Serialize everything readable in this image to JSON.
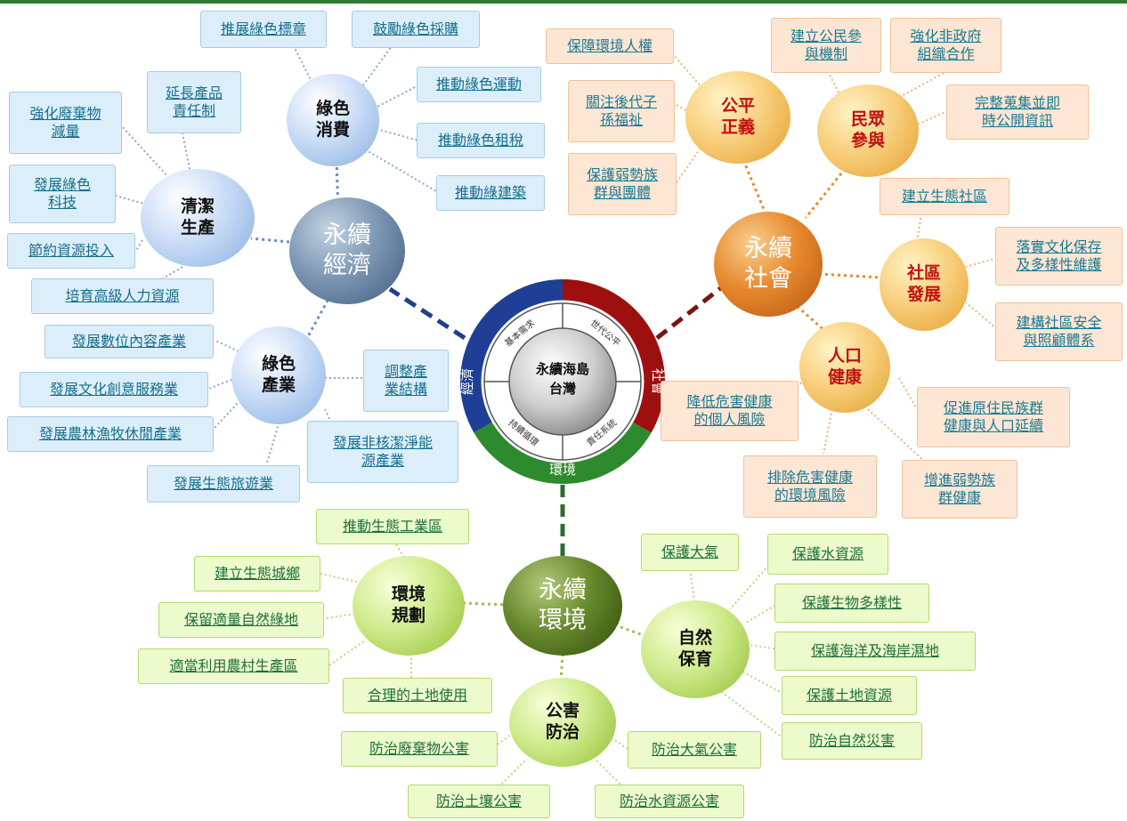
{
  "colors": {
    "economy": "#1f3f96",
    "society": "#9e1010",
    "environment": "#2d8a2d",
    "link_economy": "#1f3f8a",
    "link_society": "#7a1414",
    "link_environment": "#2f6b2f"
  },
  "center": {
    "title": "永續海島\n台灣",
    "segments": {
      "economy": "經濟",
      "society": "社會",
      "environment": "環境"
    },
    "inner_labels": [
      "基本需求",
      "世代公平",
      "責任系統",
      "持續循環"
    ]
  },
  "economy": {
    "hub": "永續\n經濟",
    "green_consumption": {
      "label": "綠色\n消費",
      "items": [
        "推展綠色標章",
        "鼓勵綠色採購",
        "推動綠色運動",
        "推動綠色租稅",
        "推動綠建築"
      ]
    },
    "clean_production": {
      "label": "清潔\n生產",
      "items": [
        "延長產品\n責任制",
        "強化廢棄物\n減量",
        "發展綠色\n科技",
        "節約資源投入",
        "培育高級人力資源"
      ]
    },
    "green_industry": {
      "label": "綠色\n產業",
      "items": [
        "發展數位內容產業",
        "發展文化創意服務業",
        "發展農林漁牧休閒產業",
        "發展生態旅遊業",
        "調整產\n業結構",
        "發展非核潔淨能\n源產業"
      ]
    }
  },
  "society": {
    "hub": "永續\n社會",
    "justice": {
      "label": "公平\n正義",
      "items": [
        "保障環境人權",
        "關注後代子\n孫福祉",
        "保護弱勢族\n群與團體"
      ]
    },
    "participation": {
      "label": "民眾\n參與",
      "items": [
        "建立公民參\n與機制",
        "強化非政府\n組織合作",
        "完整蒐集並即\n時公開資訊"
      ]
    },
    "community": {
      "label": "社區\n發展",
      "items": [
        "建立生態社區",
        "落實文化保存\n及多樣性維護",
        "建構社區安全\n與照顧體系"
      ]
    },
    "health": {
      "label": "人口\n健康",
      "items": [
        "降低危害健康\n的個人風險",
        "促進原住民族群\n健康與人口延續",
        "排除危害健康\n的環境風險",
        "增進弱勢族\n群健康"
      ]
    }
  },
  "environment": {
    "hub": "永續\n環境",
    "planning": {
      "label": "環境\n規劃",
      "items": [
        "推動生態工業區",
        "建立生態城鄉",
        "保留適量自然綠地",
        "適當利用農村生產區",
        "合理的土地使用"
      ]
    },
    "conservation": {
      "label": "自然\n保育",
      "items": [
        "保護大氣",
        "保護水資源",
        "保護生物多樣性",
        "保護海洋及海岸濕地",
        "保護土地資源",
        "防治自然災害"
      ]
    },
    "pollution": {
      "label": "公害\n防治",
      "items": [
        "防治廢棄物公害",
        "防治大氣公害",
        "防治土壤公害",
        "防治水資源公害"
      ]
    }
  }
}
